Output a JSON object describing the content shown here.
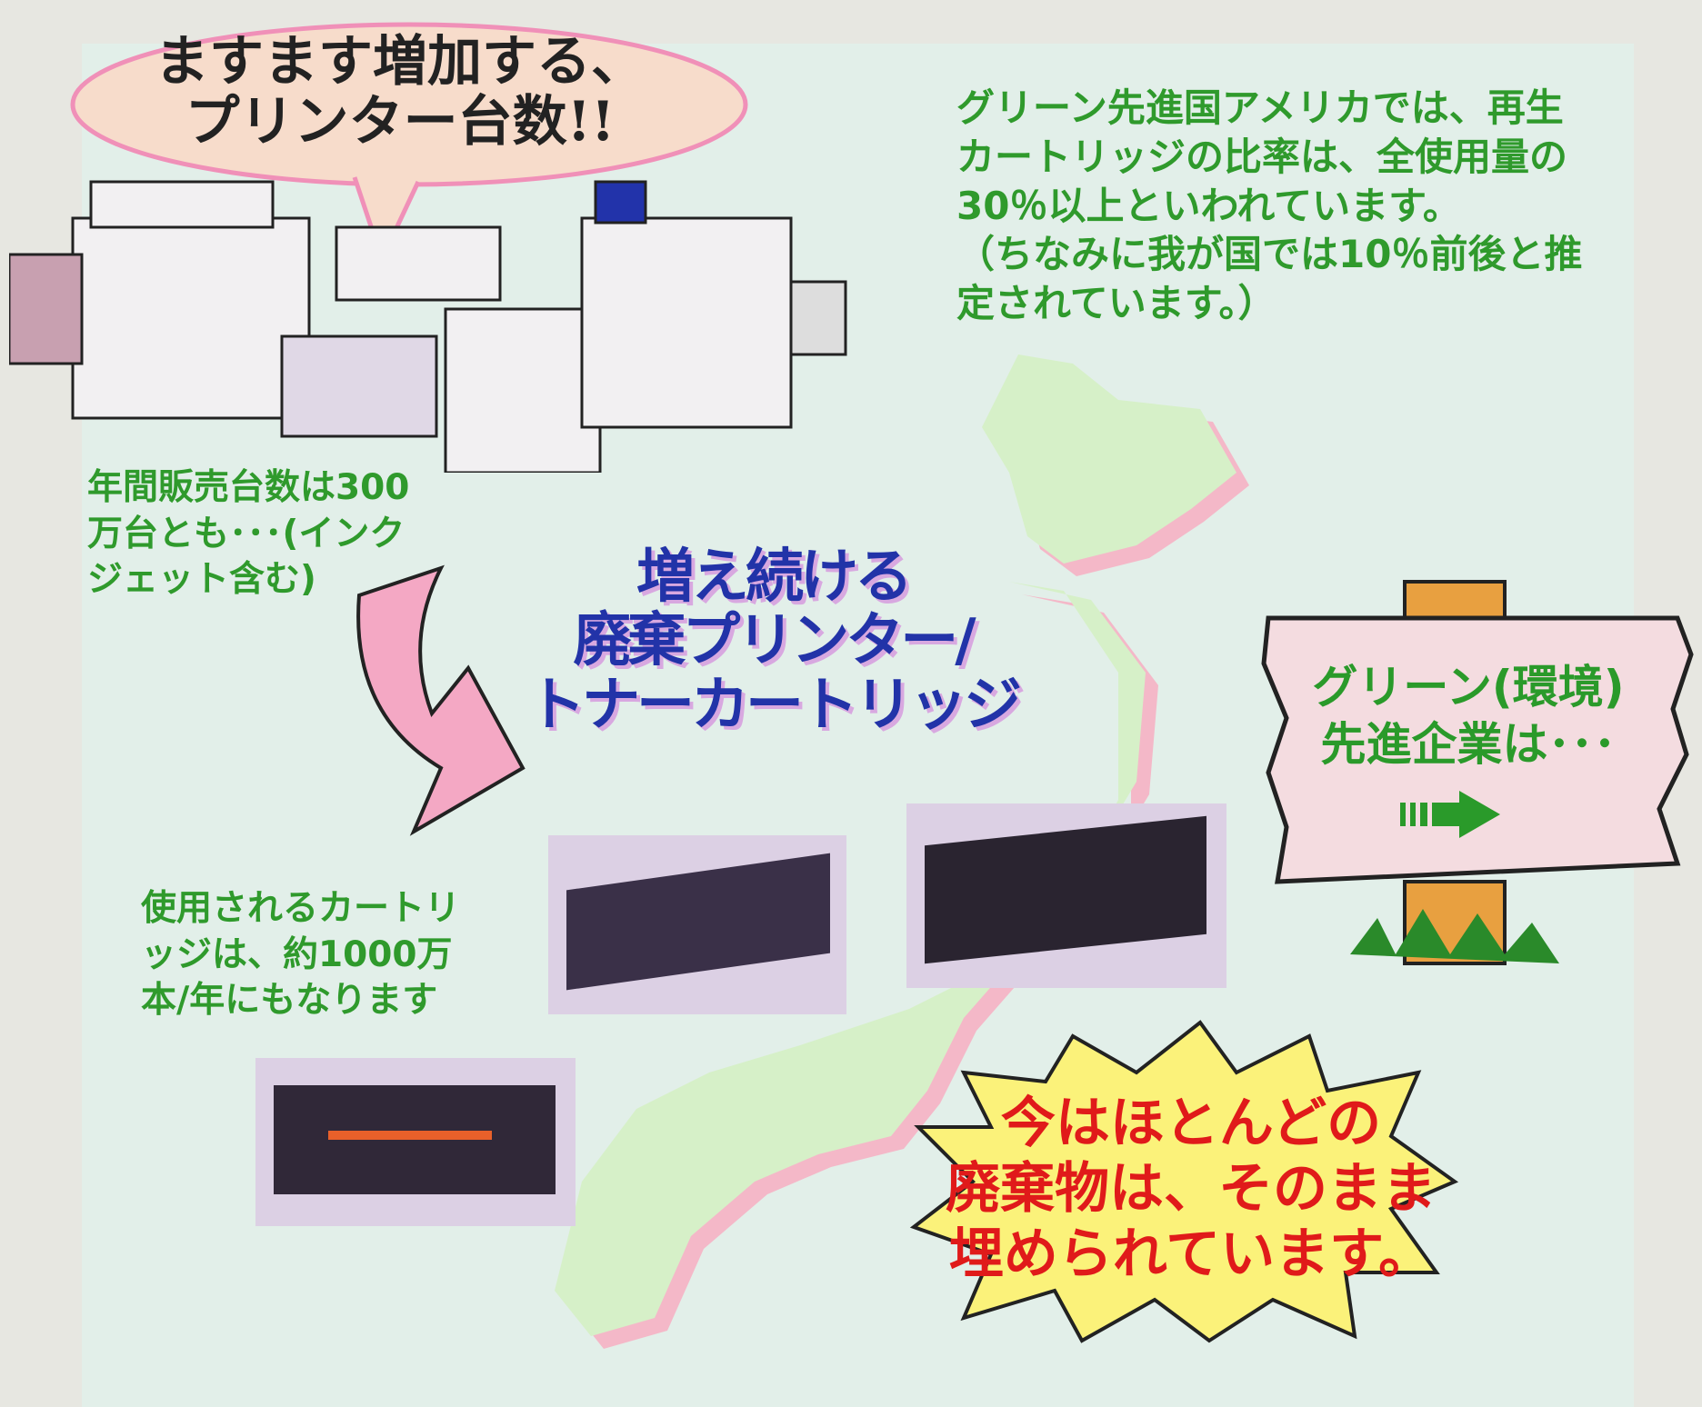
{
  "bubble": {
    "lines": [
      "ますます増加する、",
      "プリンター台数!!"
    ]
  },
  "top_right_note": {
    "lines": [
      "グリーン先進国アメリカでは、再生",
      "カートリッジの比率は、全使用量の",
      "30％以上といわれています。",
      "（ちなみに我が国では10％前後と推",
      "定されています。）"
    ]
  },
  "sales_note": {
    "lines": [
      "年間販売台数は300",
      "万台とも･･･(インク",
      "ジェット含む)"
    ]
  },
  "title": {
    "lines": [
      "増え続ける",
      "廃棄プリンター/",
      "トナーカートリッジ"
    ]
  },
  "usage_note": {
    "lines": [
      "使用されるカートリ",
      "ッジは、約1000万",
      "本/年にもなります"
    ]
  },
  "signpost": {
    "lines": [
      "グリーン(環境)",
      "先進企業は･･･"
    ]
  },
  "burst": {
    "lines": [
      "今はほとんどの",
      "廃棄物は、そのまま",
      "埋められています。"
    ]
  },
  "colors": {
    "green_text": "#2f9a2c",
    "title_blue": "#2233a8",
    "burst_red": "#e01a1a",
    "burst_fill": "#fbf27a",
    "map_green": "#d6f0c8",
    "map_shadow": "#f4b8c8"
  }
}
